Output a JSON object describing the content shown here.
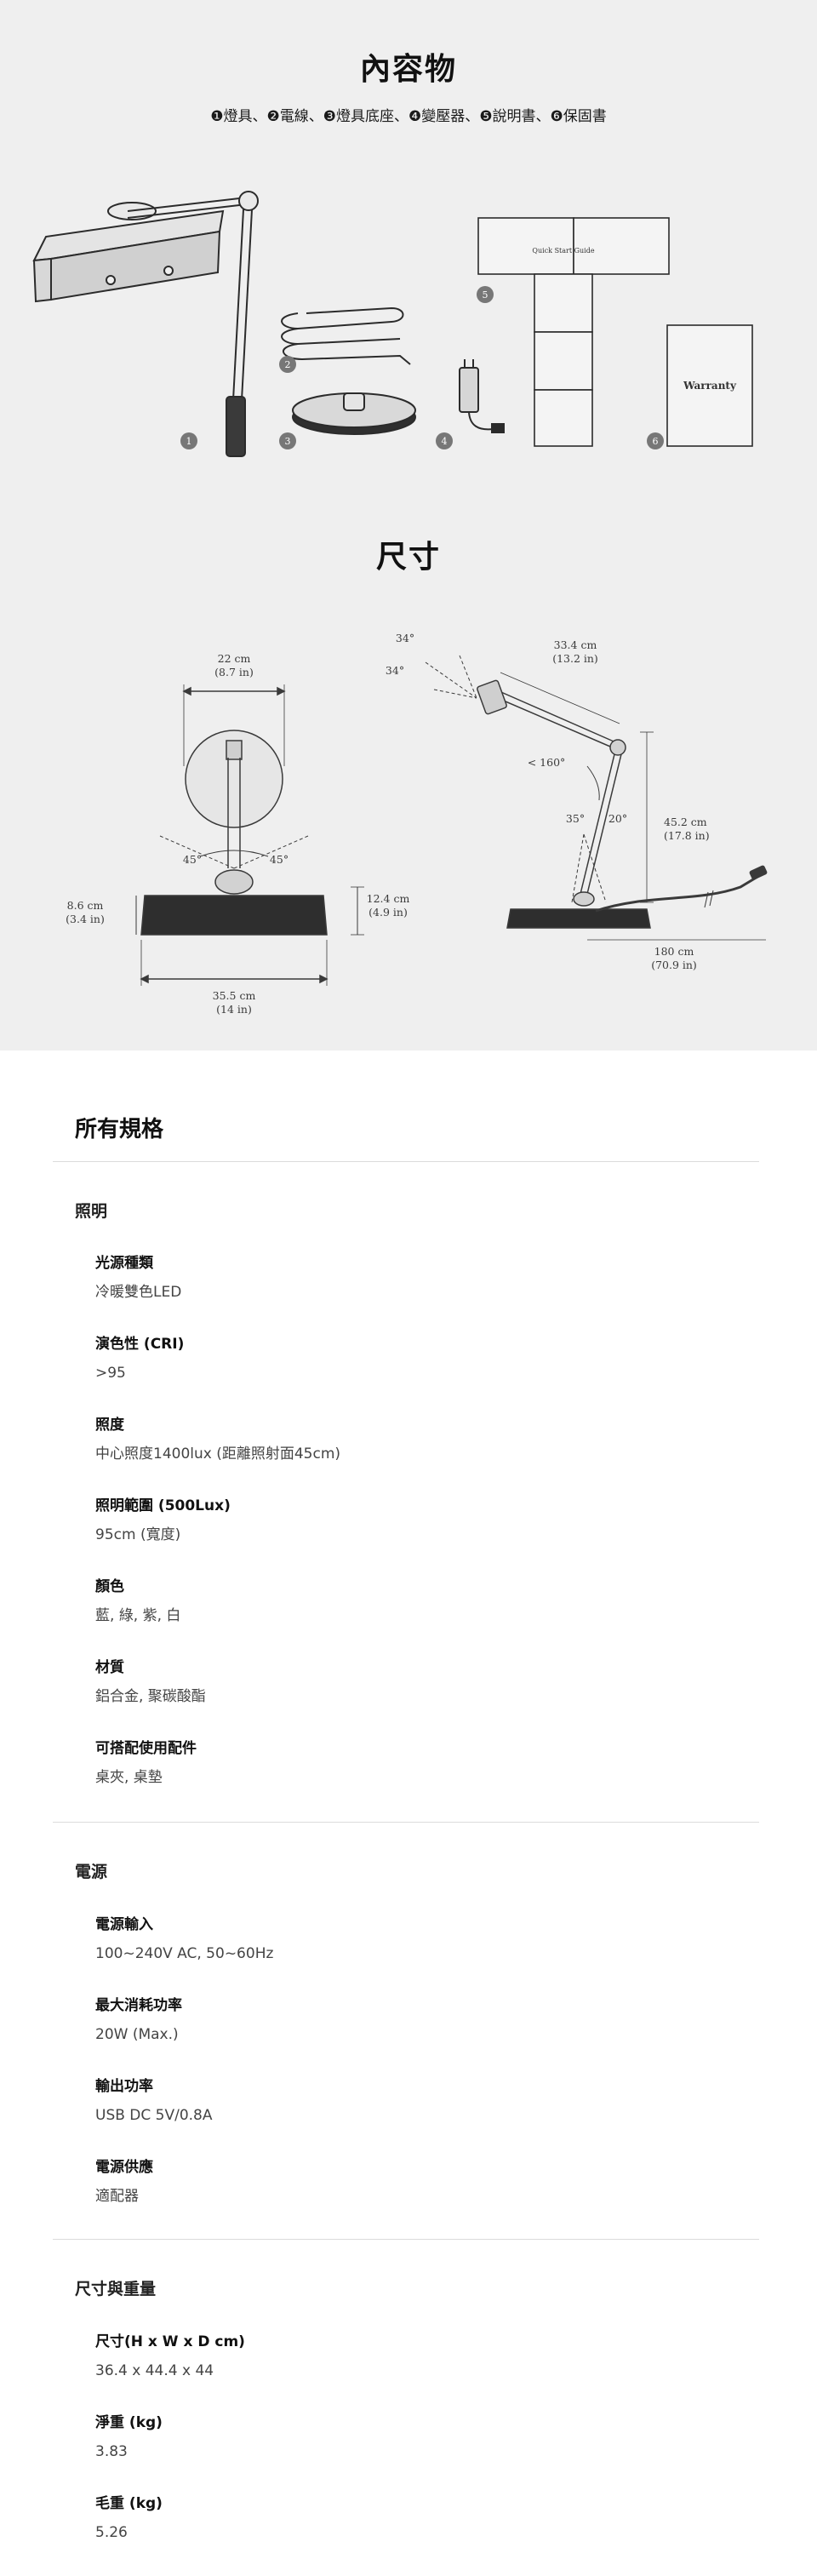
{
  "contents": {
    "title": "內容物",
    "legend": "❶燈具、❷電線、❸燈具底座、❹變壓器、❺說明書、❻保固書",
    "badges": [
      "1",
      "2",
      "3",
      "4",
      "5",
      "6"
    ],
    "guide_label": "Quick Start Guide",
    "warranty_label": "Warranty"
  },
  "dimensions": {
    "title": "尺寸",
    "front": {
      "width_head_cm": "22 cm",
      "width_head_in": "(8.7 in)",
      "angle_left": "45°",
      "angle_right": "45°",
      "height_base_cm": "8.6 cm",
      "height_base_in": "(3.4 in)",
      "height_right_cm": "12.4 cm",
      "height_right_in": "(4.9 in)",
      "width_base_cm": "35.5 cm",
      "width_base_in": "(14 in)"
    },
    "side": {
      "angle_top_1": "34°",
      "angle_top_2": "34°",
      "arm_cm": "33.4 cm",
      "arm_in": "(13.2 in)",
      "joint_angle": "< 160°",
      "angle_mid_1": "35°",
      "angle_mid_2": "20°",
      "height_cm": "45.2 cm",
      "height_in": "(17.8 in)",
      "cable_cm": "180 cm",
      "cable_in": "(70.9 in)"
    }
  },
  "specs": {
    "title": "所有規格",
    "categories": [
      {
        "name": "照明",
        "items": [
          {
            "label": "光源種類",
            "value": "冷暖雙色LED"
          },
          {
            "label": "演色性 (CRI)",
            "value": ">95"
          },
          {
            "label": "照度",
            "value": "中心照度1400lux (距離照射面45cm)"
          },
          {
            "label": "照明範圍 (500Lux)",
            "value": "95cm (寬度)"
          },
          {
            "label": "顏色",
            "value": "藍, 綠, 紫, 白"
          },
          {
            "label": "材質",
            "value": "鋁合金, 聚碳酸酯"
          },
          {
            "label": "可搭配使用配件",
            "value": "桌夾, 桌墊"
          }
        ]
      },
      {
        "name": "電源",
        "items": [
          {
            "label": "電源輸入",
            "value": "100~240V AC, 50~60Hz"
          },
          {
            "label": "最大消耗功率",
            "value": "20W (Max.)"
          },
          {
            "label": "輸出功率",
            "value": "USB DC 5V/0.8A"
          },
          {
            "label": "電源供應",
            "value": "適配器"
          }
        ]
      },
      {
        "name": "尺寸與重量",
        "items": [
          {
            "label": "尺寸(H x W x D cm)",
            "value": "36.4 x 44.4 x 44"
          },
          {
            "label": "淨重 (kg)",
            "value": "3.83"
          },
          {
            "label": "毛重 (kg)",
            "value": "5.26"
          }
        ]
      }
    ]
  }
}
